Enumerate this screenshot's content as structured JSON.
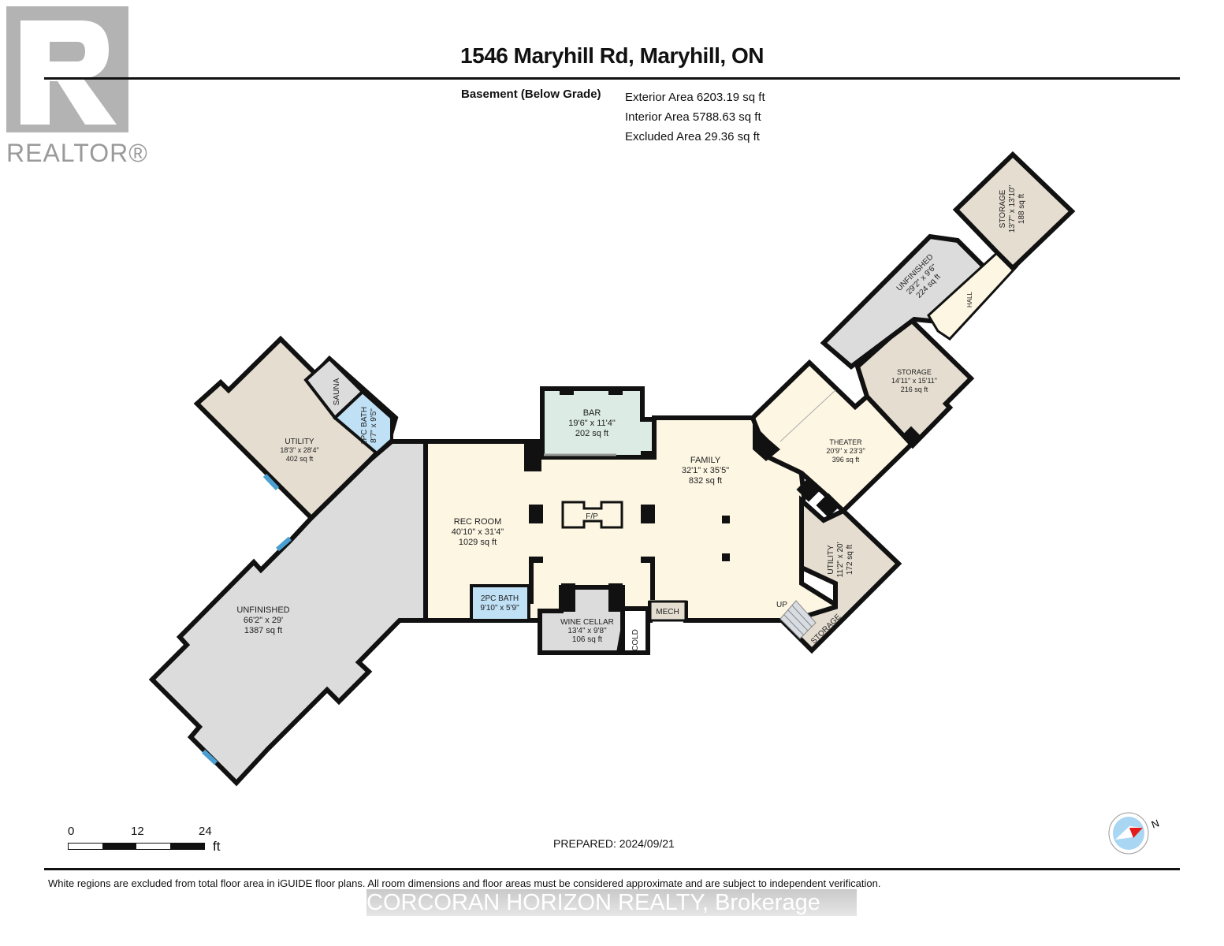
{
  "logo": {
    "text": "REALTOR®"
  },
  "header": {
    "title": "1546 Maryhill Rd, Maryhill, ON",
    "floor_label": "Basement (Below Grade)",
    "exterior_area": "Exterior Area 6203.19 sq ft",
    "interior_area": "Interior Area 5788.63 sq ft",
    "excluded_area": "Excluded Area 29.36 sq ft"
  },
  "colors": {
    "wall": "#111111",
    "finished": "#fdf6e3",
    "unfinished": "#dcdcdc",
    "utility": "#e5ddd0",
    "bath": "#bfe0f5",
    "bar": "#dcebe3",
    "window": "#4a9fd0",
    "compass_fill": "#a9d6f2",
    "compass_needle": "#e31b1b"
  },
  "rooms": {
    "utility_west": {
      "name": "UTILITY",
      "dims": "18'3\" x 28'4\"",
      "area": "402 sq ft"
    },
    "sauna": {
      "name": "SAUNA"
    },
    "bath_1pc": {
      "name": "1PC BATH",
      "dims": "8'7\" x 9'5\""
    },
    "unfinished_west": {
      "name": "UNFINISHED",
      "dims": "66'2\" x 29'",
      "area": "1387 sq ft"
    },
    "rec_room": {
      "name": "REC ROOM",
      "dims": "40'10\" x 31'4\"",
      "area": "1029 sq ft"
    },
    "bar": {
      "name": "BAR",
      "dims": "19'6\" x 11'4\"",
      "area": "202 sq ft"
    },
    "fireplace": {
      "name": "F/P"
    },
    "family": {
      "name": "FAMILY",
      "dims": "32'1\" x 35'5\"",
      "area": "832 sq ft"
    },
    "bath_2pc": {
      "name": "2PC BATH",
      "dims": "9'10\" x 5'9\""
    },
    "wine_cellar": {
      "name": "WINE CELLAR",
      "dims": "13'4\" x 9'8\"",
      "area": "106 sq ft"
    },
    "cold": {
      "name": "COLD"
    },
    "mech": {
      "name": "MECH"
    },
    "theater": {
      "name": "THEATER",
      "dims": "20'9\" x 23'3\"",
      "area": "396 sq ft"
    },
    "storage_mid": {
      "name": "STORAGE",
      "dims": "14'11\" x 15'11\"",
      "area": "216 sq ft"
    },
    "unfinished_ne": {
      "name": "UNFINISHED",
      "dims": "29'2\" x 9'6\"",
      "area": "224 sq ft"
    },
    "hall": {
      "name": "HALL"
    },
    "storage_ne": {
      "name": "STORAGE",
      "dims": "13'7\" x 13'10\"",
      "area": "188 sq ft"
    },
    "utility_east": {
      "name": "UTILITY",
      "dims": "11'2\" x 20'",
      "area": "172 sq ft"
    },
    "storage_small": {
      "name": "STORAGE"
    },
    "stairs": {
      "name": "UP"
    }
  },
  "scale": {
    "ticks": [
      "0",
      "12",
      "24"
    ],
    "unit": "ft"
  },
  "footer": {
    "prepared": "PREPARED: 2024/09/21",
    "disclaimer": "White regions are excluded from total floor area in iGUIDE floor plans. All room dimensions and floor areas must be considered approximate and are subject to independent verification.",
    "watermark": "CORCORAN HORIZON REALTY, Brokerage",
    "compass_label": "N"
  }
}
